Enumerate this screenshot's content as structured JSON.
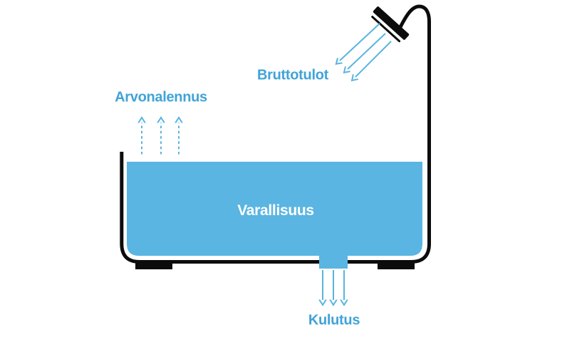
{
  "diagram": {
    "labels": {
      "gross_income": "Bruttotulot",
      "depreciation": "Arvonalennus",
      "wealth": "Varallisuus",
      "consumption": "Kulutus"
    },
    "colors": {
      "water": "#5ab5e2",
      "arrow": "#58b4e0",
      "label_text": "#3fa3d8",
      "wealth_text": "#ffffff",
      "outline": "#0c0c0c"
    },
    "icons": {
      "shower": "shower-head-icon",
      "tub": "bathtub-icon",
      "inflow_arrows": "spray-arrows-icon",
      "evaporation_arrows": "evaporation-arrows-icon",
      "drain_arrows": "drain-arrows-icon"
    }
  }
}
